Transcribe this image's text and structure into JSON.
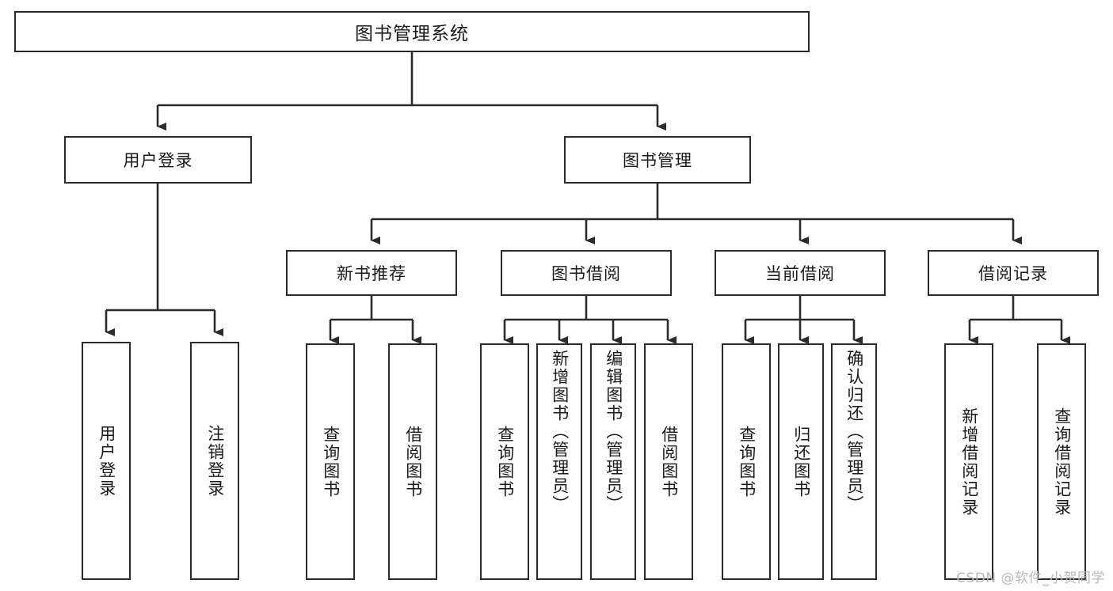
{
  "diagram": {
    "title": "图书管理系统",
    "type": "function-structure-tree",
    "colors": {
      "border": "#2b2b2b",
      "box_fill": "#ffffff",
      "text": "#1a1a1a",
      "connector": "#2b2b2b",
      "watermark": "#b9b9b9",
      "canvas": "#ffffff"
    },
    "root": {
      "label": "图书管理系统"
    },
    "level1": [
      {
        "id": "user-login",
        "label": "用户登录"
      },
      {
        "id": "book-manage",
        "label": "图书管理"
      }
    ],
    "level2": [
      {
        "id": "new-book-recommend",
        "label": "新书推荐",
        "parent": "book-manage"
      },
      {
        "id": "book-borrow",
        "label": "图书借阅",
        "parent": "book-manage"
      },
      {
        "id": "current-borrow",
        "label": "当前借阅",
        "parent": "book-manage"
      },
      {
        "id": "borrow-record",
        "label": "借阅记录",
        "parent": "book-manage"
      }
    ],
    "leaves": [
      {
        "id": "leaf-user-login",
        "label": "用户登录",
        "parent": "user-login"
      },
      {
        "id": "leaf-user-logout",
        "label": "注销登录",
        "parent": "user-login"
      },
      {
        "id": "leaf-query-book-1",
        "label": "查询图书",
        "parent": "new-book-recommend"
      },
      {
        "id": "leaf-borrow-book-1",
        "label": "借阅图书",
        "parent": "new-book-recommend"
      },
      {
        "id": "leaf-query-book-2",
        "label": "查询图书",
        "parent": "book-borrow"
      },
      {
        "id": "leaf-add-book",
        "label": "新增图书（管理员）",
        "parent": "book-borrow"
      },
      {
        "id": "leaf-edit-book",
        "label": "编辑图书（管理员）",
        "parent": "book-borrow"
      },
      {
        "id": "leaf-borrow-book-2",
        "label": "借阅图书",
        "parent": "book-borrow"
      },
      {
        "id": "leaf-query-book-3",
        "label": "查询图书",
        "parent": "current-borrow"
      },
      {
        "id": "leaf-return-book",
        "label": "归还图书",
        "parent": "current-borrow"
      },
      {
        "id": "leaf-confirm-return",
        "label": "确认归还（管理员）",
        "parent": "current-borrow"
      },
      {
        "id": "leaf-add-record",
        "label": "新增借阅记录",
        "parent": "borrow-record"
      },
      {
        "id": "leaf-query-record",
        "label": "查询借阅记录",
        "parent": "borrow-record"
      }
    ],
    "watermark": "CSDN @软件_小贺同学"
  }
}
